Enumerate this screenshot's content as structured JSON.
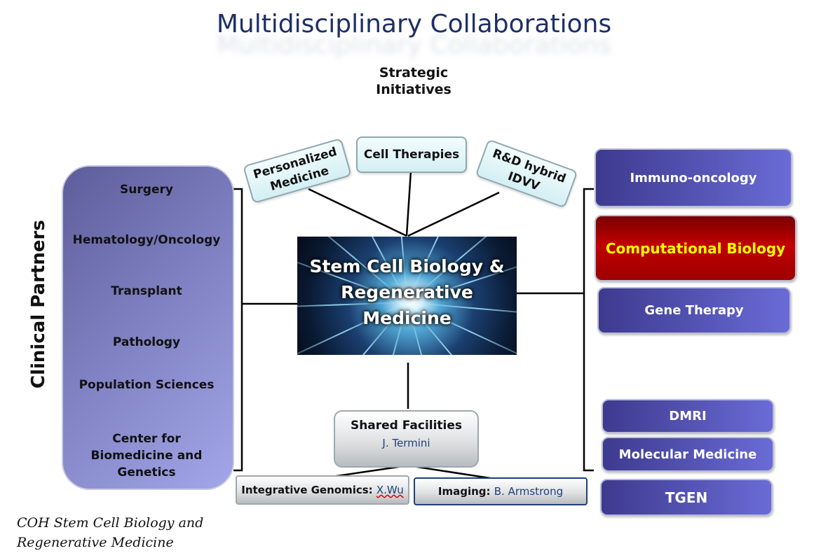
{
  "title": "Multidisciplinary Collaborations",
  "strategic_heading": [
    "Strategic",
    "Initiatives"
  ],
  "strategic_initiatives": [
    {
      "line1": "Personalized",
      "line2": "Medicine"
    },
    {
      "line1": "Cell Therapies",
      "line2": ""
    },
    {
      "line1": "R&D hybrid",
      "line2": "IDVV"
    }
  ],
  "center": {
    "lines": [
      "Stem Cell Biology &",
      "Regenerative",
      "Medicine"
    ]
  },
  "clinical_partners": {
    "label": "Clinical Partners",
    "items": [
      "Surgery",
      "Hematology/Oncology",
      "Transplant",
      "Pathology",
      "Population Sciences",
      "Center for Biomedicine and Genetics"
    ]
  },
  "right_partners": {
    "immuno": "Immuno-oncology",
    "computational": "Computational Biology",
    "gene_therapy": "Gene Therapy",
    "dmri": "DMRI",
    "molecular": "Molecular Medicine",
    "tgen": "TGEN"
  },
  "shared_facilities": {
    "title": "Shared Facilities",
    "lead": "J. Termini",
    "genomics_label": "Integrative Genomics:",
    "genomics_lead": "X.Wu",
    "imaging_label": "Imaging:",
    "imaging_lead": "B. Armstrong"
  },
  "footer": [
    "COH  Stem Cell Biology and",
    "Regenerative Medicine"
  ],
  "colors": {
    "title": "#1f2f66",
    "purple_box": "#5a5bbd",
    "red_box": "#b30000",
    "highlight_text": "#ffff00"
  }
}
